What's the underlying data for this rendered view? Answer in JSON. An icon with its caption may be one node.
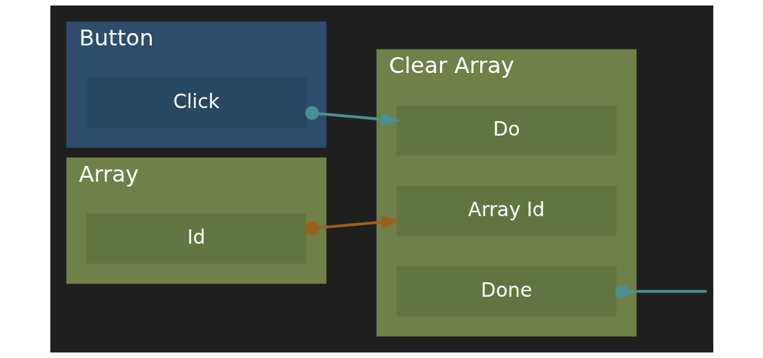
{
  "diagram": {
    "nodes": [
      {
        "text": [
          "Button"
        ]
      },
      {
        "text": [
          "Click"
        ],
        "in": 0
      },
      {
        "text": [
          "Array"
        ]
      },
      {
        "text": [
          "Id"
        ],
        "in": 2
      },
      {
        "text": [
          "Clear Array"
        ]
      },
      {
        "text": [
          "Array Id"
        ],
        "in": 4
      },
      {
        "text": [
          "Do"
        ],
        "in": 4
      },
      {
        "text": [
          "Done"
        ],
        "in": 4
      }
    ],
    "edges": [
      {
        "from": 1,
        "to": 6,
        "arrow": "to"
      },
      {
        "from": 3,
        "to": 5,
        "arrow": "to",
        "color": "#9a6020"
      },
      {
        "from": 7,
        "to": null,
        "arrow": "other"
      }
    ]
  }
}
